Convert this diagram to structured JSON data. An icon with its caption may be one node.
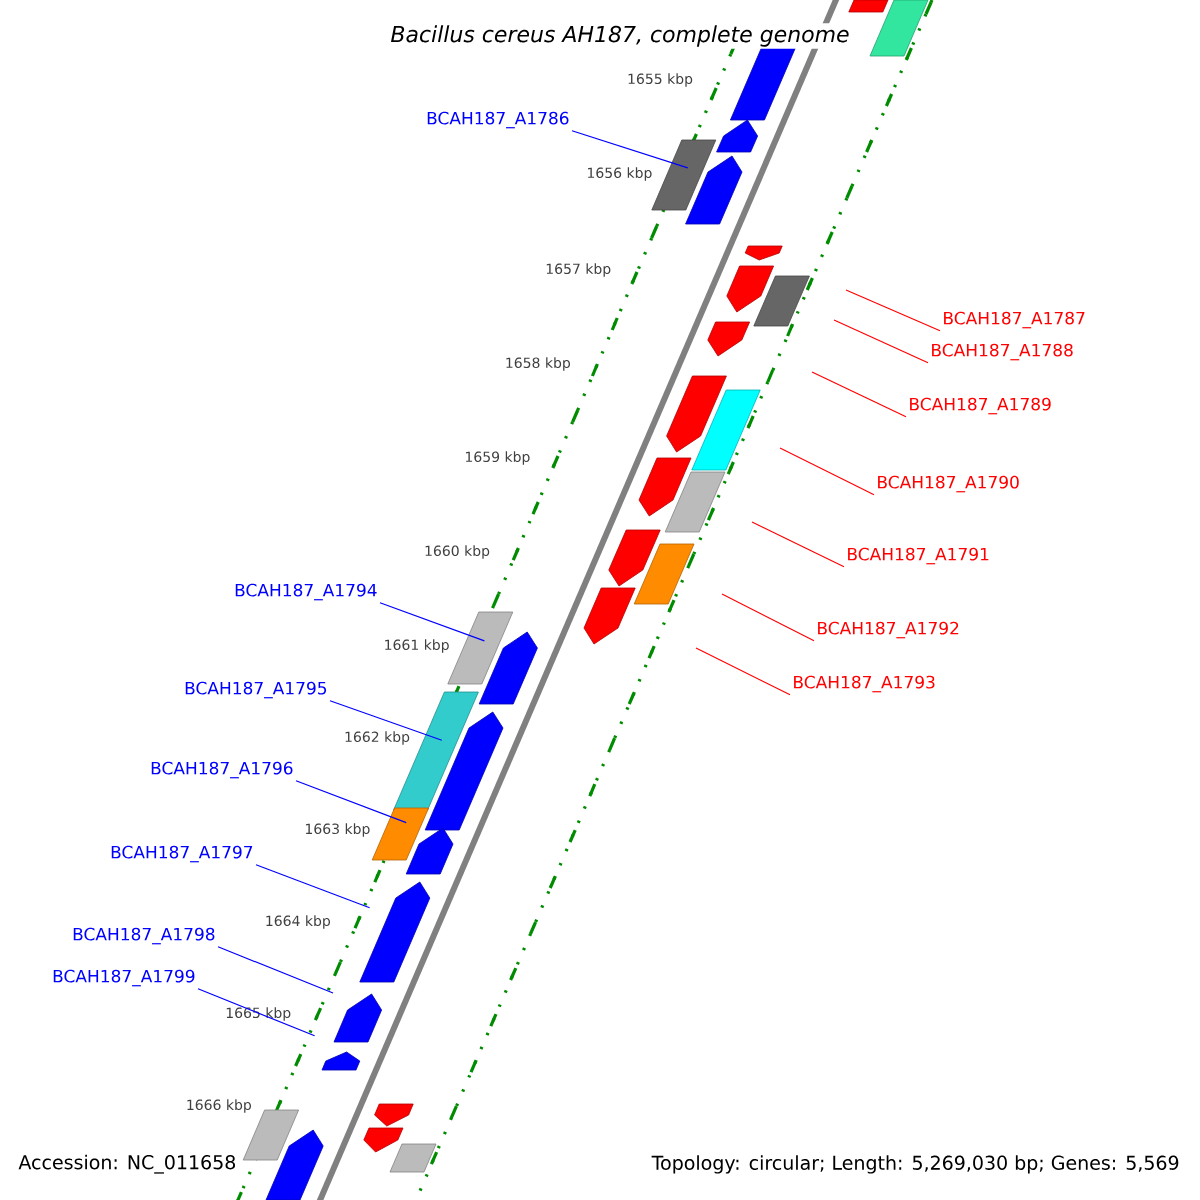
{
  "diagram": {
    "title": "Bacillus cereus AH187, complete genome",
    "nodes": [
      {
        "text": [
          "BCAH187_A1786"
        ]
      },
      {
        "text": [
          "BCAH187_A1787"
        ]
      },
      {
        "text": [
          "BCAH187_A1788"
        ]
      },
      {
        "text": [
          "BCAH187_A1789"
        ]
      },
      {
        "text": [
          "BCAH187_A1790"
        ]
      },
      {
        "text": [
          "BCAH187_A1791"
        ]
      },
      {
        "text": [
          "BCAH187_A1792"
        ]
      },
      {
        "text": [
          "BCAH187_A1793"
        ]
      },
      {
        "text": [
          "BCAH187_A1794"
        ]
      },
      {
        "text": [
          "BCAH187_A1795"
        ]
      },
      {
        "text": [
          "BCAH187_A1796"
        ]
      },
      {
        "text": [
          "BCAH187_A1797"
        ]
      },
      {
        "text": [
          "BCAH187_A1798"
        ]
      },
      {
        "text": [
          "BCAH187_A1799"
        ]
      }
    ],
    "edges": [
      {
        "from": 0,
        "to": null,
        "arrow": "none",
        "color": "#0000ff"
      },
      {
        "from": 1,
        "to": null,
        "arrow": "none",
        "color": "#ff0000"
      },
      {
        "from": 2,
        "to": null,
        "arrow": "none",
        "color": "#ff0000"
      },
      {
        "from": 3,
        "to": null,
        "arrow": "none",
        "color": "#ff0000"
      },
      {
        "from": 4,
        "to": null,
        "arrow": "none",
        "color": "#ff0000"
      },
      {
        "from": 5,
        "to": null,
        "arrow": "none",
        "color": "#ff0000"
      },
      {
        "from": 6,
        "to": null,
        "arrow": "none",
        "color": "#ff0000"
      },
      {
        "from": 7,
        "to": null,
        "arrow": "none",
        "color": "#ff0000"
      },
      {
        "from": 8,
        "to": null,
        "arrow": "none",
        "color": "#0000ff"
      },
      {
        "from": 9,
        "to": null,
        "arrow": "none",
        "color": "#0000ff"
      },
      {
        "from": 10,
        "to": null,
        "arrow": "none",
        "color": "#0000ff"
      },
      {
        "from": 11,
        "to": null,
        "arrow": "none",
        "color": "#0000ff"
      },
      {
        "from": 12,
        "to": null,
        "arrow": "none",
        "color": "#0000ff"
      },
      {
        "from": 13,
        "to": null,
        "arrow": "none",
        "color": "#0000ff"
      }
    ],
    "labels": [
      "1655 kbp",
      "1656 kbp",
      "1657 kbp",
      "1658 kbp",
      "1659 kbp",
      "1660 kbp",
      "1661 kbp",
      "1662 kbp",
      "1663 kbp",
      "1664 kbp",
      "1665 kbp",
      "1666 kbp",
      "Accession: NC_011658",
      "Topology: circular; Length: 5,269,030 bp; Genes: 5,569"
    ]
  }
}
